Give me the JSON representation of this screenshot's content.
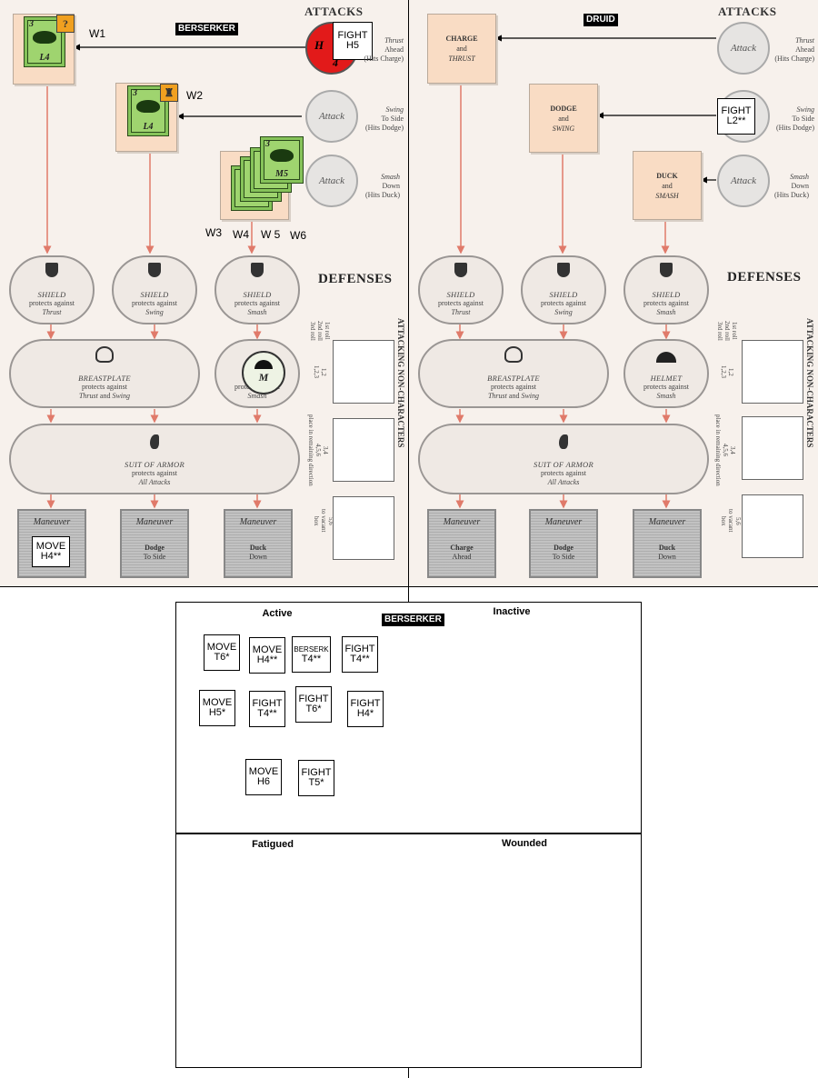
{
  "left_board": {
    "attacks_title": "ATTACKS",
    "character": "BERSERKER",
    "defenses_title": "DEFENSES",
    "attack_rows": [
      {
        "circle": "",
        "line1": "Thrust",
        "line2": "Ahead",
        "line3": "(Hits Charge)"
      },
      {
        "circle": "Attack",
        "line1": "Swing",
        "line2": "To Side",
        "line3": "(Hits Dodge)"
      },
      {
        "circle": "Attack",
        "line1": "Smash",
        "line2": "Down",
        "line3": "(Hits Duck)"
      }
    ],
    "red_attack": {
      "top": "H",
      "bottom": "4"
    },
    "fight_chit": {
      "l1": "FIGHT",
      "l2": "H5"
    },
    "monsters": [
      {
        "num": "3",
        "label": "L4",
        "weight": "W1",
        "marker": "?"
      },
      {
        "num": "3",
        "label": "L4",
        "weight": "W2",
        "marker": "♜"
      },
      {
        "num": "3",
        "label": "M5"
      }
    ],
    "stack_labels": [
      "W3",
      "W4",
      "W 5",
      "W6"
    ],
    "shields": [
      {
        "title": "SHIELD",
        "l1": "protects against",
        "l2": "Thrust"
      },
      {
        "title": "SHIELD",
        "l1": "protects against",
        "l2": "Swing"
      },
      {
        "title": "SHIELD",
        "l1": "protects against",
        "l2": "Smash"
      }
    ],
    "breastplate": {
      "title": "BREASTPLATE",
      "l1": "protects against",
      "l2a": "Thrust",
      "l2b": "and",
      "l2c": "Swing"
    },
    "helmet_partial": {
      "l1": "protects against",
      "l2": "Smash"
    },
    "m_marker": "M",
    "armor": {
      "title": "SUIT OF ARMOR",
      "l1": "protects against",
      "l2": "All Attacks"
    },
    "maneuvers": [
      {
        "title": "Maneuver",
        "l1": "",
        "l2": ""
      },
      {
        "title": "Maneuver",
        "l1": "Dodge",
        "l2": "To Side"
      },
      {
        "title": "Maneuver",
        "l1": "Duck",
        "l2": "Down"
      }
    ],
    "move_chit": {
      "l1": "MOVE",
      "l2": "H4**"
    },
    "side_roll_1": "1st roll\n2nd roll\n3rd roll",
    "side_roll_2": "1,2\n1,2,3",
    "side_roll_3": "3,4\n4,5,6\nplace in remaining direction",
    "side_roll_4": "5,6\nto vacant box",
    "side_title": "ATTACKING NON-CHARACTERS"
  },
  "right_board": {
    "attacks_title": "ATTACKS",
    "character": "DRUID",
    "defenses_title": "DEFENSES",
    "attack_rows": [
      {
        "circle": "Attack",
        "line1": "Thrust",
        "line2": "Ahead",
        "line3": "(Hits Charge)"
      },
      {
        "circle": "",
        "line1": "Swing",
        "line2": "To Side",
        "line3": "(Hits Dodge)"
      },
      {
        "circle": "Attack",
        "line1": "Smash",
        "line2": "Down",
        "line3": "(Hits Duck)"
      }
    ],
    "tan_boxes": [
      {
        "l1": "CHARGE",
        "l2": "and",
        "l3": "THRUST"
      },
      {
        "l1": "DODGE",
        "l2": "and",
        "l3": "SWING"
      },
      {
        "l1": "DUCK",
        "l2": "and",
        "l3": "SMASH"
      }
    ],
    "fight_chit": {
      "l1": "FIGHT",
      "l2": "L2**"
    },
    "shields": [
      {
        "title": "SHIELD",
        "l1": "protects against",
        "l2": "Thrust"
      },
      {
        "title": "SHIELD",
        "l1": "protects against",
        "l2": "Swing"
      },
      {
        "title": "SHIELD",
        "l1": "protects against",
        "l2": "Smash"
      }
    ],
    "breastplate": {
      "title": "BREASTPLATE",
      "l1": "protects against",
      "l2a": "Thrust",
      "l2b": "and",
      "l2c": "Swing"
    },
    "helmet": {
      "title": "HELMET",
      "l1": "protects against",
      "l2": "Smash"
    },
    "armor": {
      "title": "SUIT OF ARMOR",
      "l1": "protects against",
      "l2": "All Attacks"
    },
    "maneuvers": [
      {
        "title": "Maneuver",
        "l1": "Charge",
        "l2": "Ahead"
      },
      {
        "title": "Maneuver",
        "l1": "Dodge",
        "l2": "To Side"
      },
      {
        "title": "Maneuver",
        "l1": "Duck",
        "l2": "Down"
      }
    ],
    "side_roll_1": "1st roll\n2nd roll\n3rd roll",
    "side_roll_2": "1,2\n1,2,3",
    "side_roll_3": "3,4\n4,5,6\nplace in remaining direction",
    "side_roll_4": "5,6\nto vacant box",
    "side_title": "ATTACKING NON-CHARACTERS"
  },
  "chits_panel": {
    "badge": "BERSERKER",
    "active_title": "Active",
    "inactive_title": "Inactive",
    "fatigued_title": "Fatigued",
    "wounded_title": "Wounded",
    "active_chits": [
      {
        "l1": "MOVE",
        "l2": "T6*"
      },
      {
        "l1": "MOVE",
        "l2": "H4**"
      },
      {
        "l1": "BERSERK",
        "l2": "T4**"
      },
      {
        "l1": "FIGHT",
        "l2": "T4**"
      },
      {
        "l1": "MOVE",
        "l2": "H5*"
      },
      {
        "l1": "FIGHT",
        "l2": "T4**"
      },
      {
        "l1": "FIGHT",
        "l2": "T6*"
      },
      {
        "l1": "FIGHT",
        "l2": "H4*"
      },
      {
        "l1": "MOVE",
        "l2": "H6"
      },
      {
        "l1": "FIGHT",
        "l2": "T5*"
      }
    ]
  }
}
